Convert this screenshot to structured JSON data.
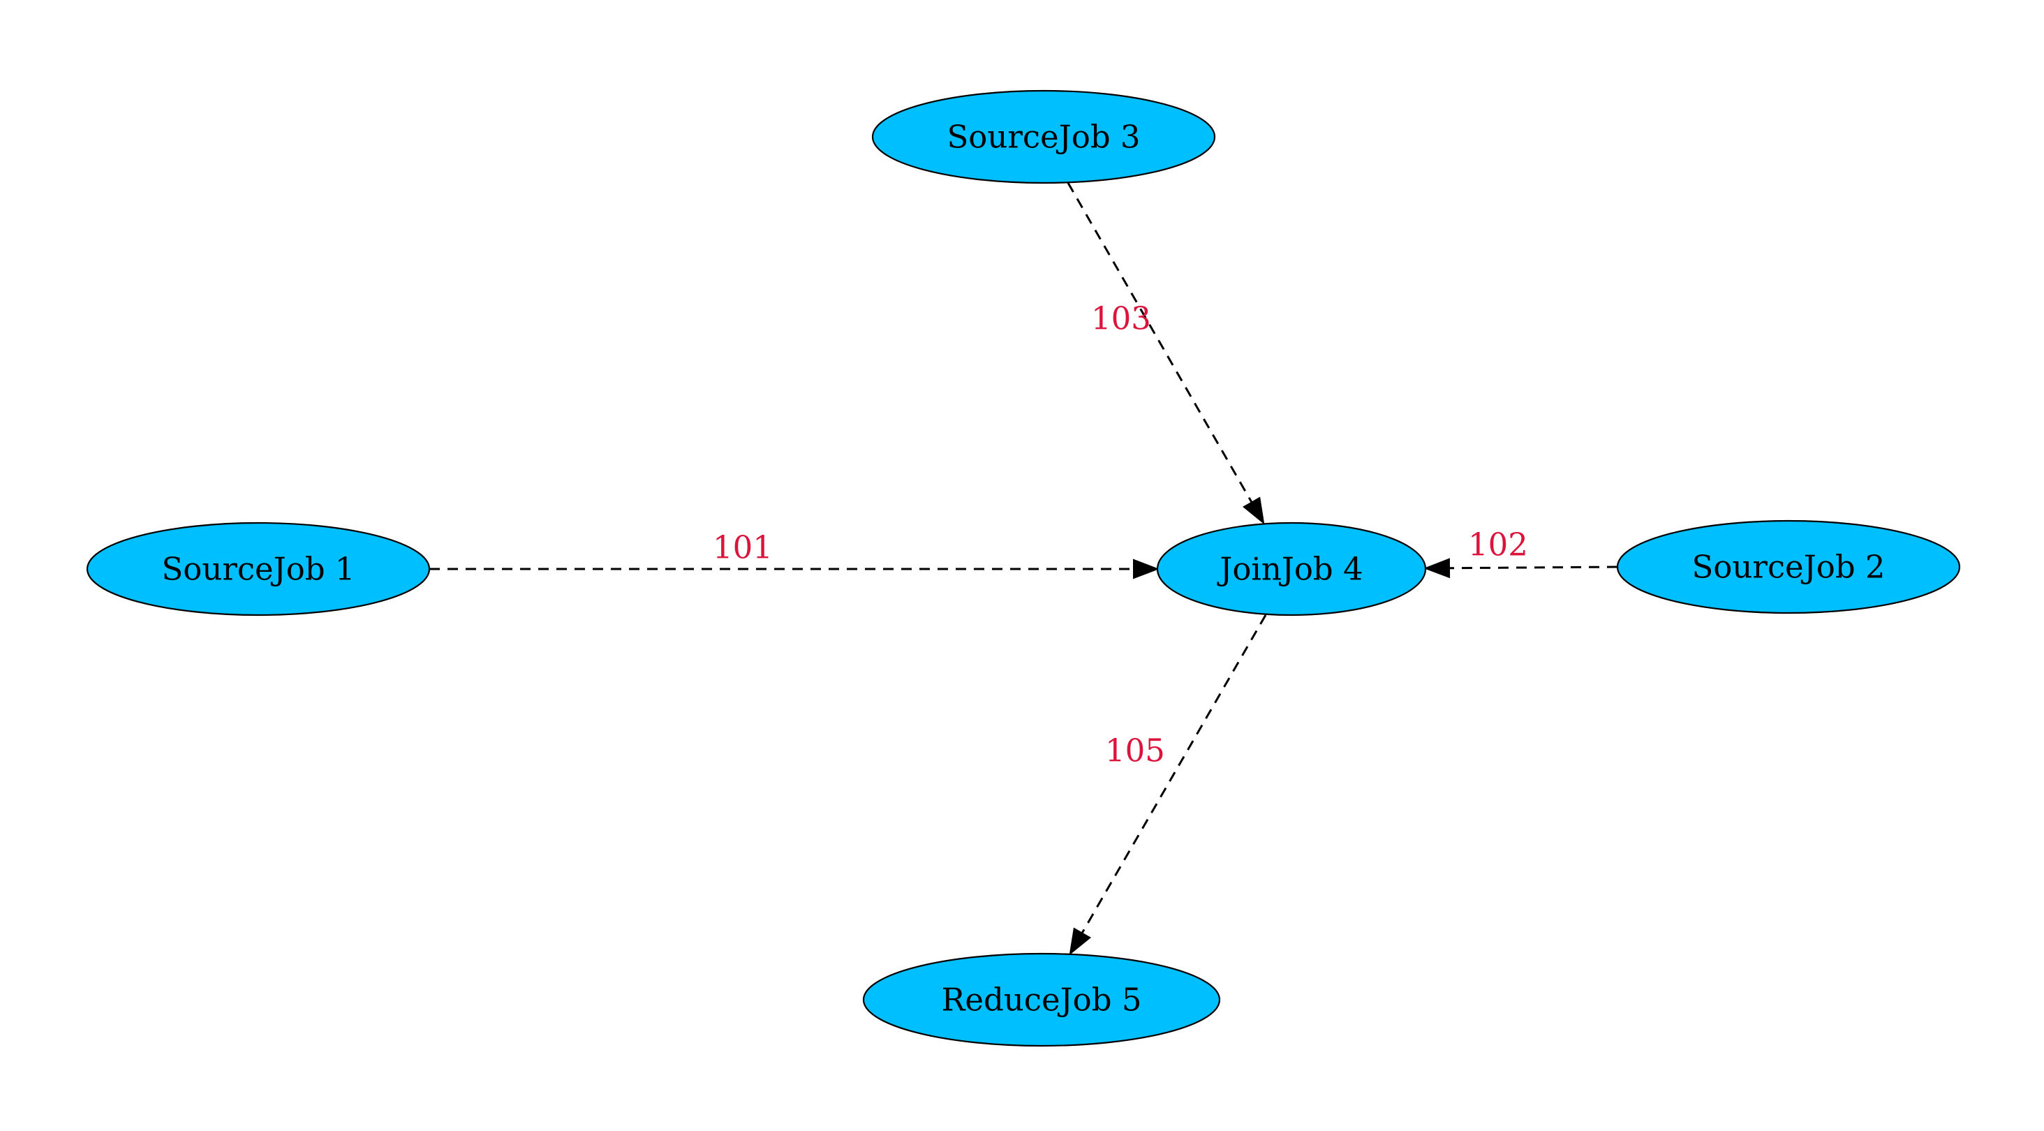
{
  "graph": {
    "node_fill": "#00bfff",
    "edge_label_color": "#dc143c",
    "edge_style": "dashed",
    "nodes": [
      {
        "id": "s1",
        "label": "SourceJob 1"
      },
      {
        "id": "s2",
        "label": "SourceJob 2"
      },
      {
        "id": "s3",
        "label": "SourceJob 3"
      },
      {
        "id": "j4",
        "label": "JoinJob 4"
      },
      {
        "id": "r5",
        "label": "ReduceJob 5"
      }
    ],
    "edges": [
      {
        "from": "s1",
        "to": "j4",
        "label": "101"
      },
      {
        "from": "s2",
        "to": "j4",
        "label": "102"
      },
      {
        "from": "s3",
        "to": "j4",
        "label": "103"
      },
      {
        "from": "j4",
        "to": "r5",
        "label": "105"
      }
    ]
  }
}
